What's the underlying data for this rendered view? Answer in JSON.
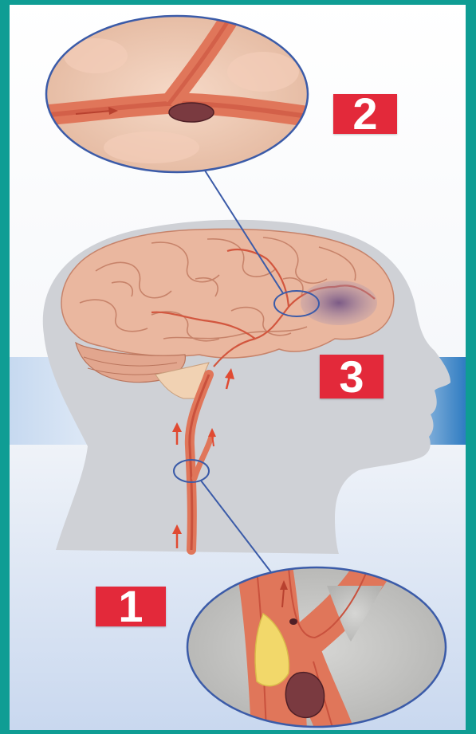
{
  "steps": [
    {
      "id": "step-1",
      "label": "1"
    },
    {
      "id": "step-2",
      "label": "2"
    },
    {
      "id": "step-3",
      "label": "3"
    }
  ],
  "colors": {
    "frame": "#0f9d94",
    "badge": "#e3293a",
    "artery": "#e0765a",
    "artery_lumen": "#c9513d",
    "clot": "#7a3a40",
    "plaque": "#f2d86a",
    "brain": "#eab79f",
    "head_silhouette": "#cfd1d6",
    "infarct": "#8e6c8f",
    "callout_ring": "#3b5ba8",
    "band": "#2f7cc2"
  },
  "icons": [
    "flow-arrow-icon"
  ]
}
